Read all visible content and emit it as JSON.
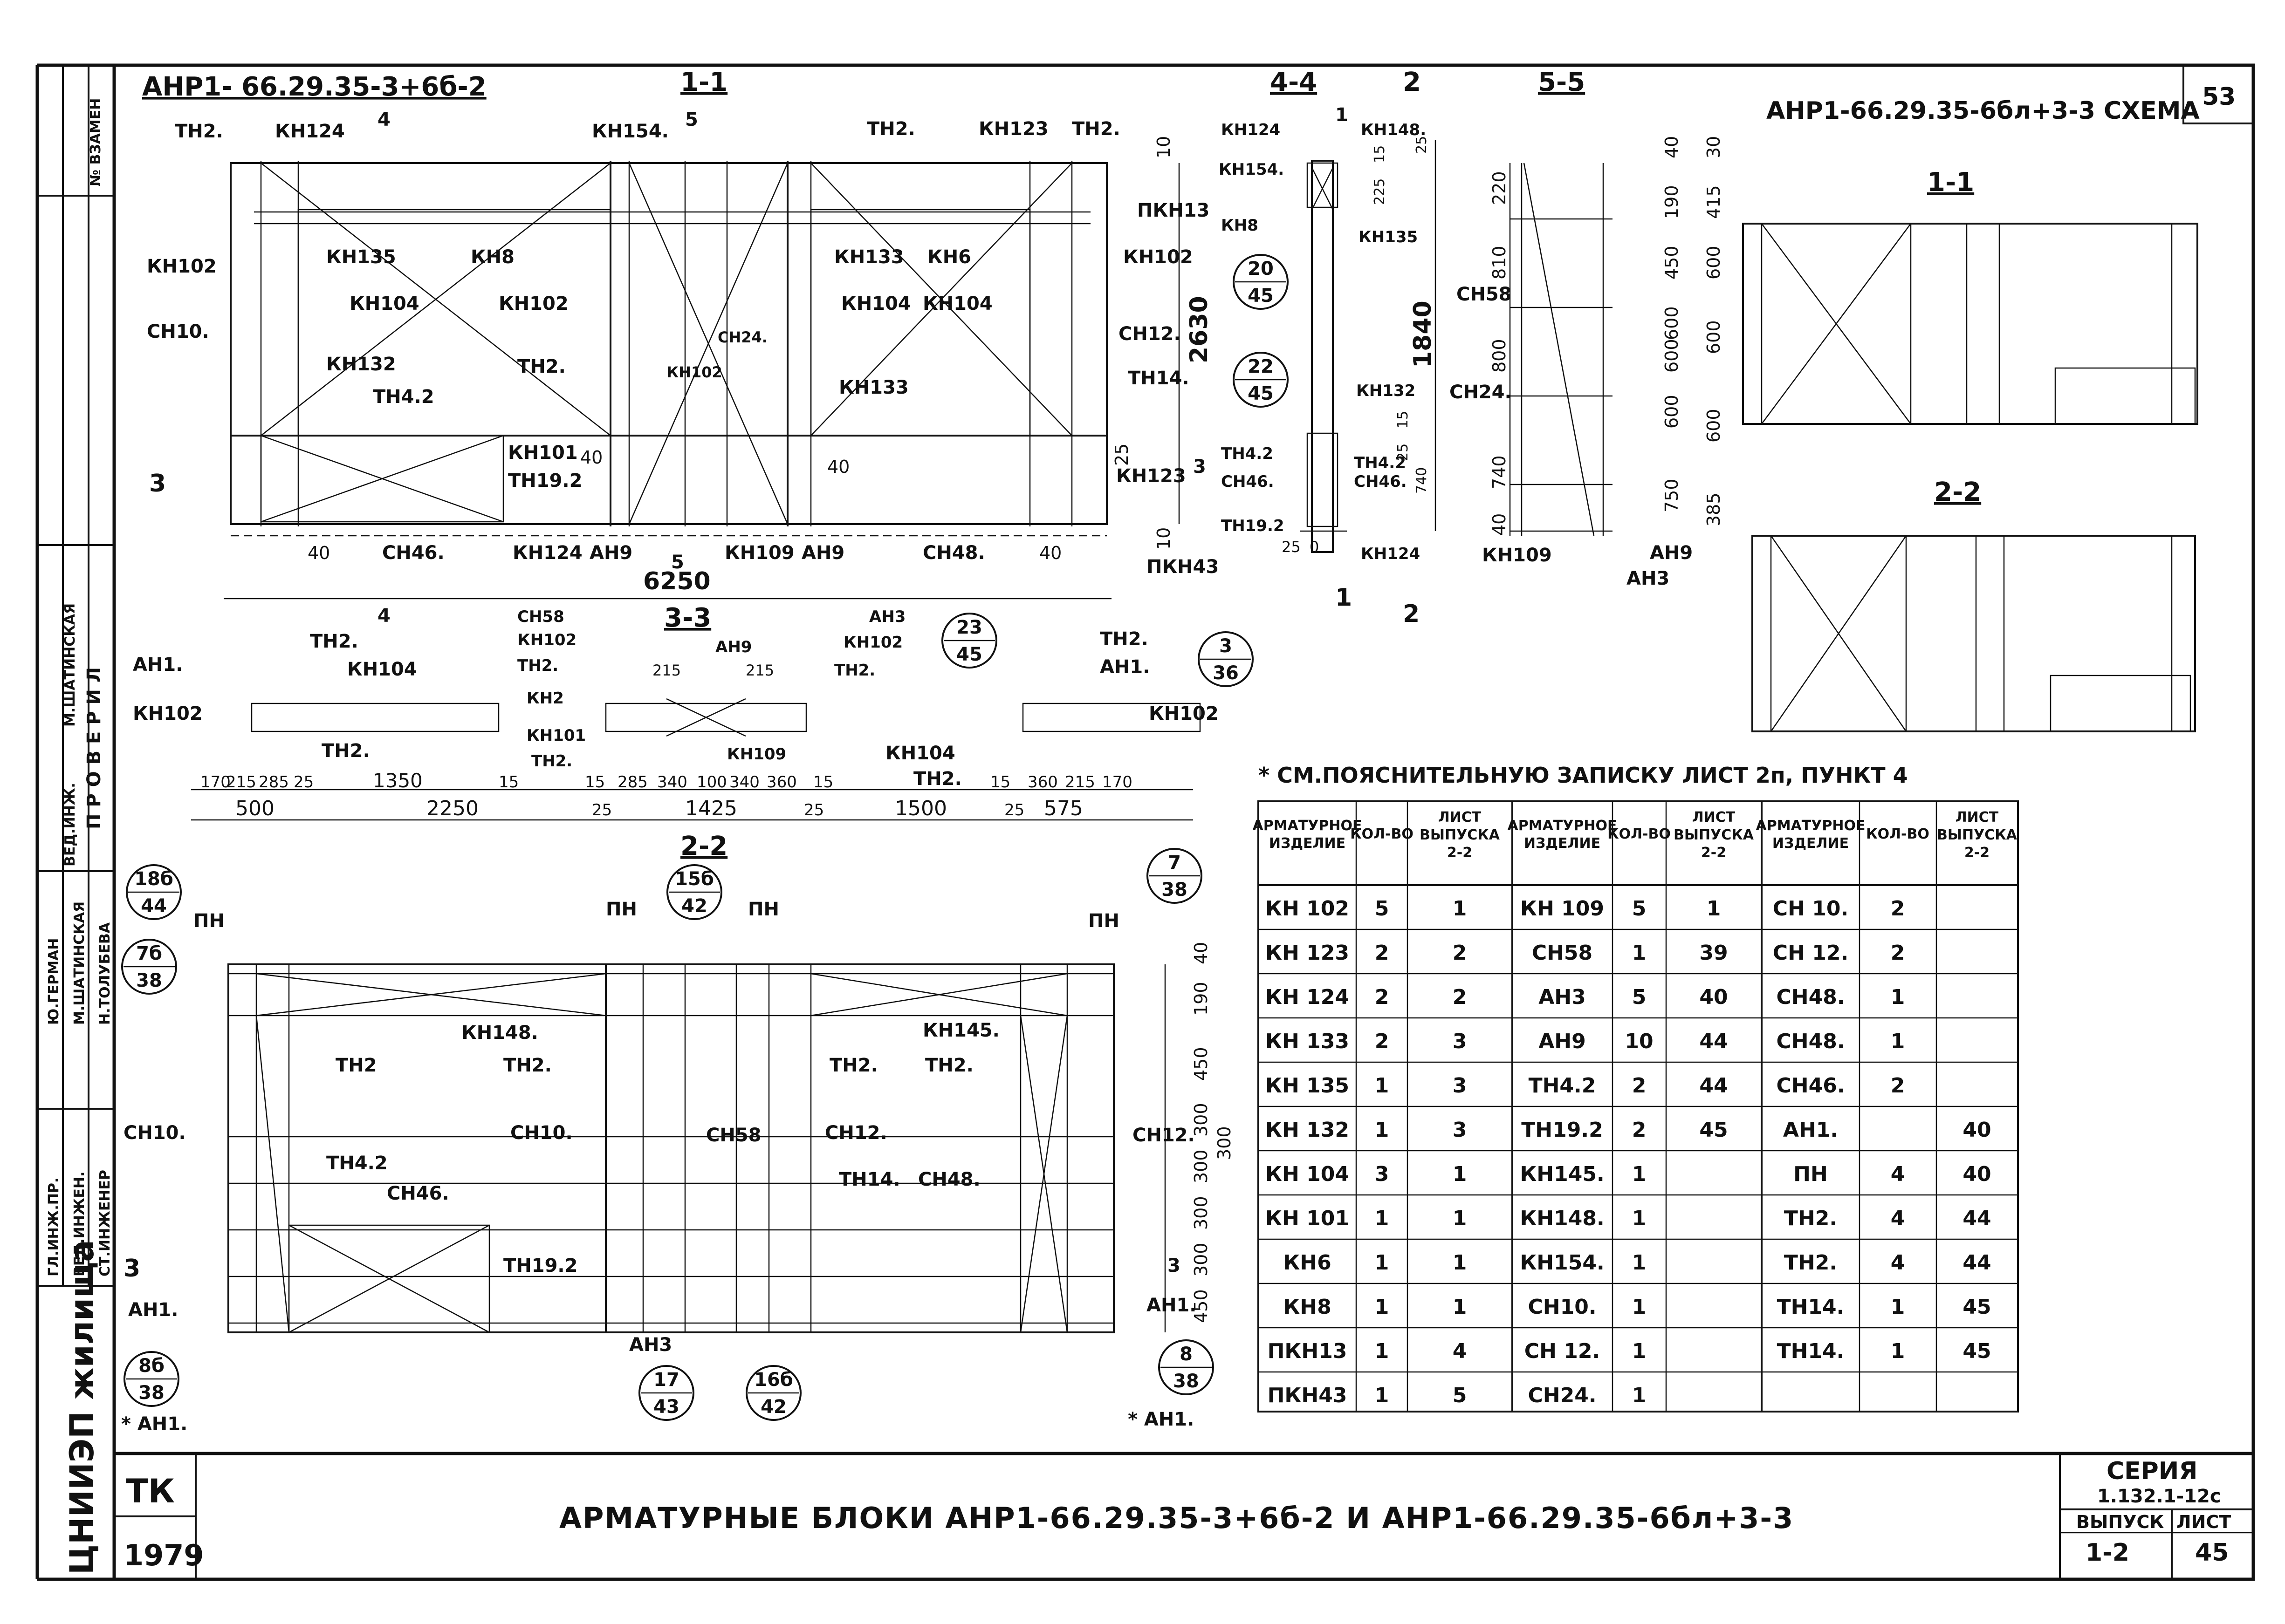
{
  "sheet": {
    "sheet_number_corner": "53",
    "header_block": "АНР1- 66.29.35-3+6б-2",
    "scheme_title": "АНР1-66.29.35-6бл+3-3 СХЕМА",
    "main_title": "АРМАТУРНЫЕ БЛОКИ АНР1-66.29.35-3+6б-2 И АНР1-66.29.35-6бл+3-3",
    "note": "* СМ.ПОЯСНИТЕЛЬНУЮ ЗАПИСКУ ЛИСТ 2п, ПУНКТ 4",
    "code_left": "ТК",
    "year": "1979",
    "org": "ЦНИИЭП жилища"
  },
  "stamp": {
    "seria_label": "СЕРИЯ",
    "seria_value": "1.132.1-12с",
    "vypusk_label": "ВЫПУСК",
    "vypusk_value": "1-2",
    "list_label": "ЛИСТ",
    "list_value": "45"
  },
  "side_column": {
    "vzamen": "№ ВЗАМЕН",
    "proveril": "П Р О В Е Р И Л",
    "roles": [
      "ГЛ.ИНЖ.ПР.",
      "ВЕД.ИНЖЕН.",
      "СТ.ИНЖЕНЕР"
    ],
    "names": [
      "Ю.ГЕРМАН",
      "М.ШАТИНСКАЯ",
      "Н.ТОЛУБЕВА"
    ],
    "ved_inzh": "ВЕД.ИНЖ.",
    "checker": "М.ШАТИНСКАЯ"
  },
  "views": {
    "v11_top": "1-1",
    "v44": "4-4",
    "v55": "5-5",
    "v33": "3-3",
    "v22_bottom": "2-2",
    "scheme_11": "1-1",
    "scheme_22": "2-2"
  },
  "elevation_labels": {
    "TH2_a": "ТН2.",
    "KH124_a": "КН124",
    "n4": "4",
    "KH154": "КН154.",
    "n5": "5",
    "TH2_b": "ТН2.",
    "KH123": "КН123",
    "TH2_c": "ТН2.",
    "PKH13": "ПКН13",
    "KH102_a": "КН102",
    "CH10": "СН10.",
    "KH135": "КН135",
    "KH8": "КН8",
    "KH104_a": "КН104",
    "KH102_b": "КН102",
    "KH132": "КН132",
    "TH2_d": "ТН2.",
    "TH42": "ТН4.2",
    "KH101": "КН101",
    "TH192": "ТН19.2",
    "CH24": "СН24.",
    "KH102_c": "КН102",
    "KH133_a": "КН133",
    "KH6": "КН6",
    "KH104_b": "КН104",
    "KH104_c": "КН104",
    "KH102_d": "КН102",
    "CH12": "СН12.",
    "KH133_b": "КН133",
    "TH14": "ТН14.",
    "KH123_b": "КН123",
    "n3_left": "3",
    "n3_right": "3",
    "d40_a": "40",
    "d40_b": "40",
    "d40_c": "40",
    "d40_d": "40",
    "CH46": "СН46.",
    "KH124_b": "КН124",
    "AH9": "АН9",
    "KH109": "КН109",
    "AH9_b": "АН9",
    "CH48": "СН48.",
    "PKH43": "ПКН43",
    "n4_b": "4",
    "n5_b": "5",
    "d6250": "6250",
    "d2630": "2630",
    "d10_a": "10",
    "d10_b": "10",
    "d25": "25"
  },
  "section44": {
    "KH124": "КН124",
    "KH148": "КН148.",
    "KH154": "КН154.",
    "KH8": "КН8",
    "KH135": "КН135",
    "KH132": "КН132",
    "TH42_a": "ТН4.2",
    "CH46_a": "СН46.",
    "TH42_b": "ТН4.2",
    "CH46_b": "СН46.",
    "TH192": "ТН19.2",
    "KH124_b": "КН124",
    "n1": "1",
    "n2": "2",
    "d1840": "1840",
    "d15": "15",
    "d225": "225",
    "d25": "25",
    "d740": "740",
    "d15b": "15",
    "d25b": "25",
    "d25c": "25",
    "d0": "0",
    "n1b": "1",
    "n2b": "2"
  },
  "section55": {
    "CH58": "СН58",
    "CH24": "СН24.",
    "KH109": "КН109",
    "AH9": "АН9",
    "AH3": "АН3",
    "left_dims": [
      "220",
      "810",
      "800",
      "740",
      "40"
    ],
    "mid_dims": [
      "40",
      "190",
      "450",
      "600",
      "600",
      "600",
      "750"
    ],
    "right_dims": [
      "30",
      "415",
      "600",
      "600",
      "600",
      "385"
    ]
  },
  "section33": {
    "AH1_a": "АН1.",
    "KH102_a": "КН102",
    "TH2_a": "ТН2.",
    "KH104": "КН104",
    "TH2_b": "ТН2.",
    "CH58": "СН58",
    "KH102_b": "КН102",
    "TH2_c": "ТН2.",
    "KH2": "КН2",
    "KH101": "КН101",
    "TH2_d": "ТН2.",
    "AH9": "АН9",
    "AH3": "АН3",
    "KH102_c": "КН102",
    "TH2_e": "ТН2.",
    "KH109": "КН109",
    "KH104_b": "КН104",
    "TH2_f": "ТН2.",
    "TH2_g": "ТН2.",
    "AH1_b": "АН1.",
    "KH102_d": "КН102",
    "d215a": "215",
    "d215b": "215",
    "row1": [
      "170",
      "215",
      "285",
      "25",
      "1350",
      "15",
      "15",
      "285",
      "340",
      "100",
      "340",
      "360",
      "15",
      "15",
      "360",
      "215",
      "170"
    ],
    "row2": [
      "500",
      "2250",
      "25",
      "1425",
      "25",
      "1500",
      "25",
      "575"
    ]
  },
  "section22": {
    "PH_a": "ПН",
    "PH_b": "ПН",
    "PH_c": "ПН",
    "PH_d": "ПН",
    "KH148": "КН148.",
    "KH145": "КН145.",
    "TH2_a": "ТН2",
    "TH2_b": "ТН2.",
    "TH2_c": "ТН2.",
    "TH2_d": "ТН2.",
    "CH10_a": "СН10.",
    "CH10_b": "СН10.",
    "CH58": "СН58",
    "CH12_a": "СН12.",
    "CH12_b": "СН12.",
    "TH42": "ТН4.2",
    "CH46": "СН46.",
    "TH14": "ТН14.",
    "CH48": "СН48.",
    "TH192": "ТН19.2",
    "n3a": "3",
    "n3b": "3",
    "AH1_a": "АН1.",
    "AH1_b": "АН1.",
    "AH3": "АН3",
    "AH1_star_a": "* АН1.",
    "AH1_star_b": "* АН1.",
    "right_dims": [
      "40",
      "190",
      "450",
      "300",
      "300",
      "300",
      "300",
      "450"
    ],
    "d300": "300"
  },
  "callouts": [
    {
      "top": "20",
      "bottom": "45"
    },
    {
      "top": "22",
      "bottom": "45"
    },
    {
      "top": "23",
      "bottom": "45"
    },
    {
      "top": "3",
      "bottom": "36"
    },
    {
      "top": "18б",
      "bottom": "44"
    },
    {
      "top": "15б",
      "bottom": "42"
    },
    {
      "top": "7",
      "bottom": "38"
    },
    {
      "top": "7б",
      "bottom": "38"
    },
    {
      "top": "8б",
      "bottom": "38"
    },
    {
      "top": "17",
      "bottom": "43"
    },
    {
      "top": "16б",
      "bottom": "42"
    },
    {
      "top": "8",
      "bottom": "38"
    }
  ],
  "table": {
    "headers": [
      "АРМАТУРНОЕ ИЗДЕЛИЕ",
      "КОЛ-ВО",
      "ЛИСТ ВЫПУСКА 2-2",
      "АРМАТУРНОЕ ИЗДЕЛИЕ",
      "КОЛ-ВО",
      "ЛИСТ ВЫПУСКА 2-2",
      "АРМАТУРНОЕ ИЗДЕЛИЕ",
      "КОЛ-ВО",
      "ЛИСТ ВЫПУСКА 2-2"
    ],
    "rows": [
      [
        "КН 102",
        "5",
        "1",
        "КН 109",
        "5",
        "1",
        "СН 10.",
        "2",
        ""
      ],
      [
        "КН 123",
        "2",
        "2",
        "СН58",
        "1",
        "39",
        "СН 12.",
        "2",
        ""
      ],
      [
        "КН 124",
        "2",
        "2",
        "АН3",
        "5",
        "40",
        "СН48.",
        "1",
        ""
      ],
      [
        "КН 133",
        "2",
        "3",
        "АН9",
        "10",
        "44",
        "СН48.",
        "1",
        ""
      ],
      [
        "КН 135",
        "1",
        "3",
        "ТН4.2",
        "2",
        "44",
        "СН46.",
        "2",
        ""
      ],
      [
        "КН 132",
        "1",
        "3",
        "ТН19.2",
        "2",
        "45",
        "АН1.",
        "",
        "40"
      ],
      [
        "КН 104",
        "3",
        "1",
        "КН145.",
        "1",
        "",
        "ПН",
        "4",
        "40"
      ],
      [
        "КН 101",
        "1",
        "1",
        "КН148.",
        "1",
        "",
        "ТН2.",
        "4",
        "44"
      ],
      [
        "КН6",
        "1",
        "1",
        "КН154.",
        "1",
        "",
        "ТН2.",
        "4",
        "44"
      ],
      [
        "КН8",
        "1",
        "1",
        "СН10.",
        "1",
        "",
        "ТН14.",
        "1",
        "45"
      ],
      [
        "ПКН13",
        "1",
        "4",
        "СН 12.",
        "1",
        "",
        "ТН14.",
        "1",
        "45"
      ],
      [
        "ПКН43",
        "1",
        "5",
        "СН24.",
        "1",
        "",
        "",
        "",
        ""
      ]
    ]
  }
}
